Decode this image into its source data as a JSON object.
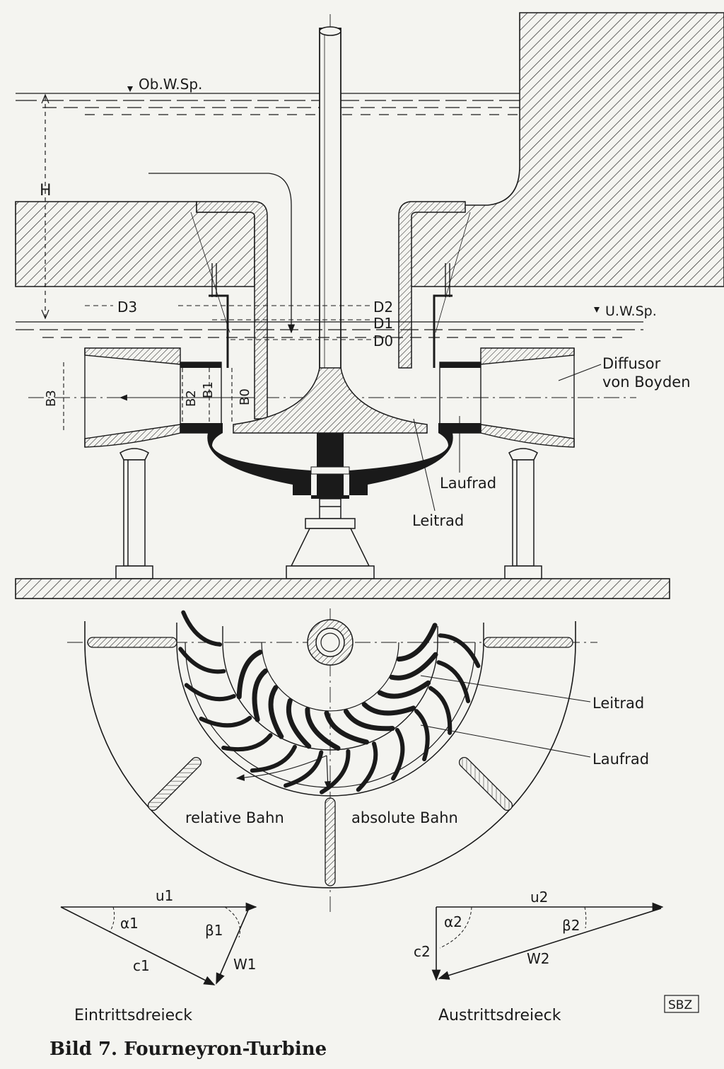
{
  "labels": {
    "upper_water": "Ob.W.Sp.",
    "lower_water": "U.W.Sp.",
    "head": "H",
    "d3": "D3",
    "d2": "D2",
    "d1": "D1",
    "d0": "D0",
    "b3": "B3",
    "b2": "B2",
    "b1": "B1",
    "b0": "B0",
    "diffusor_line1": "Diffusor",
    "diffusor_line2": "von Boyden",
    "laufrad_side": "Laufrad",
    "leitrad_side": "Leitrad",
    "leitrad_plan": "Leitrad",
    "laufrad_plan": "Laufrad",
    "relative_path": "relative Bahn",
    "absolute_path": "absolute Bahn",
    "u1": "u1",
    "u2": "u2",
    "alpha1": "α1",
    "alpha2": "α2",
    "beta1": "β1",
    "beta2": "β2",
    "c1": "c1",
    "c2": "c2",
    "w1": "W1",
    "w2": "W2",
    "inlet_triangle": "Eintrittsdreieck",
    "outlet_triangle": "Austrittsdreieck",
    "source_badge": "SBZ",
    "caption": "Bild 7.  Fourneyron-Turbine"
  },
  "colors": {
    "ink": "#1a1a1a",
    "paper": "#f4f4f0"
  }
}
